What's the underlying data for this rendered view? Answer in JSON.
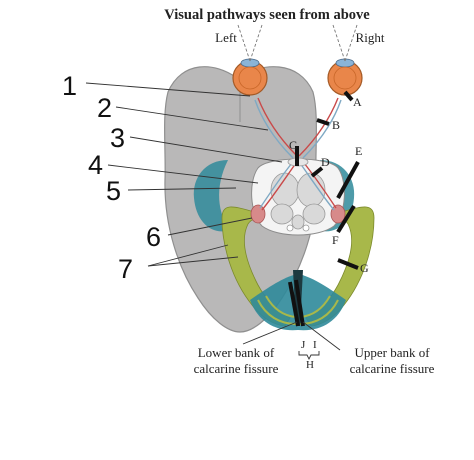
{
  "title": "Visual pathways seen from above",
  "eyes": {
    "left": "Left",
    "right": "Right"
  },
  "numbers": [
    "1",
    "2",
    "3",
    "4",
    "5",
    "6",
    "7"
  ],
  "letters": [
    "A",
    "B",
    "C",
    "D",
    "E",
    "F",
    "G",
    "H",
    "I",
    "J"
  ],
  "bottom_labels": {
    "lower_line1": "Lower bank of",
    "lower_line2": "calcarine fissure",
    "upper_line1": "Upper bank of",
    "upper_line2": "calcarine fissure"
  },
  "colors": {
    "brain": "#b9b8b8",
    "brain_stroke": "#8f8f8f",
    "radiation_green": "#a8b84a",
    "cortex_teal": "#2f8a9a",
    "eyeball": "#e9864a",
    "lesion": "#111111",
    "nerve_blue": "#7fa9c4",
    "nerve_red": "#c94a4a"
  }
}
